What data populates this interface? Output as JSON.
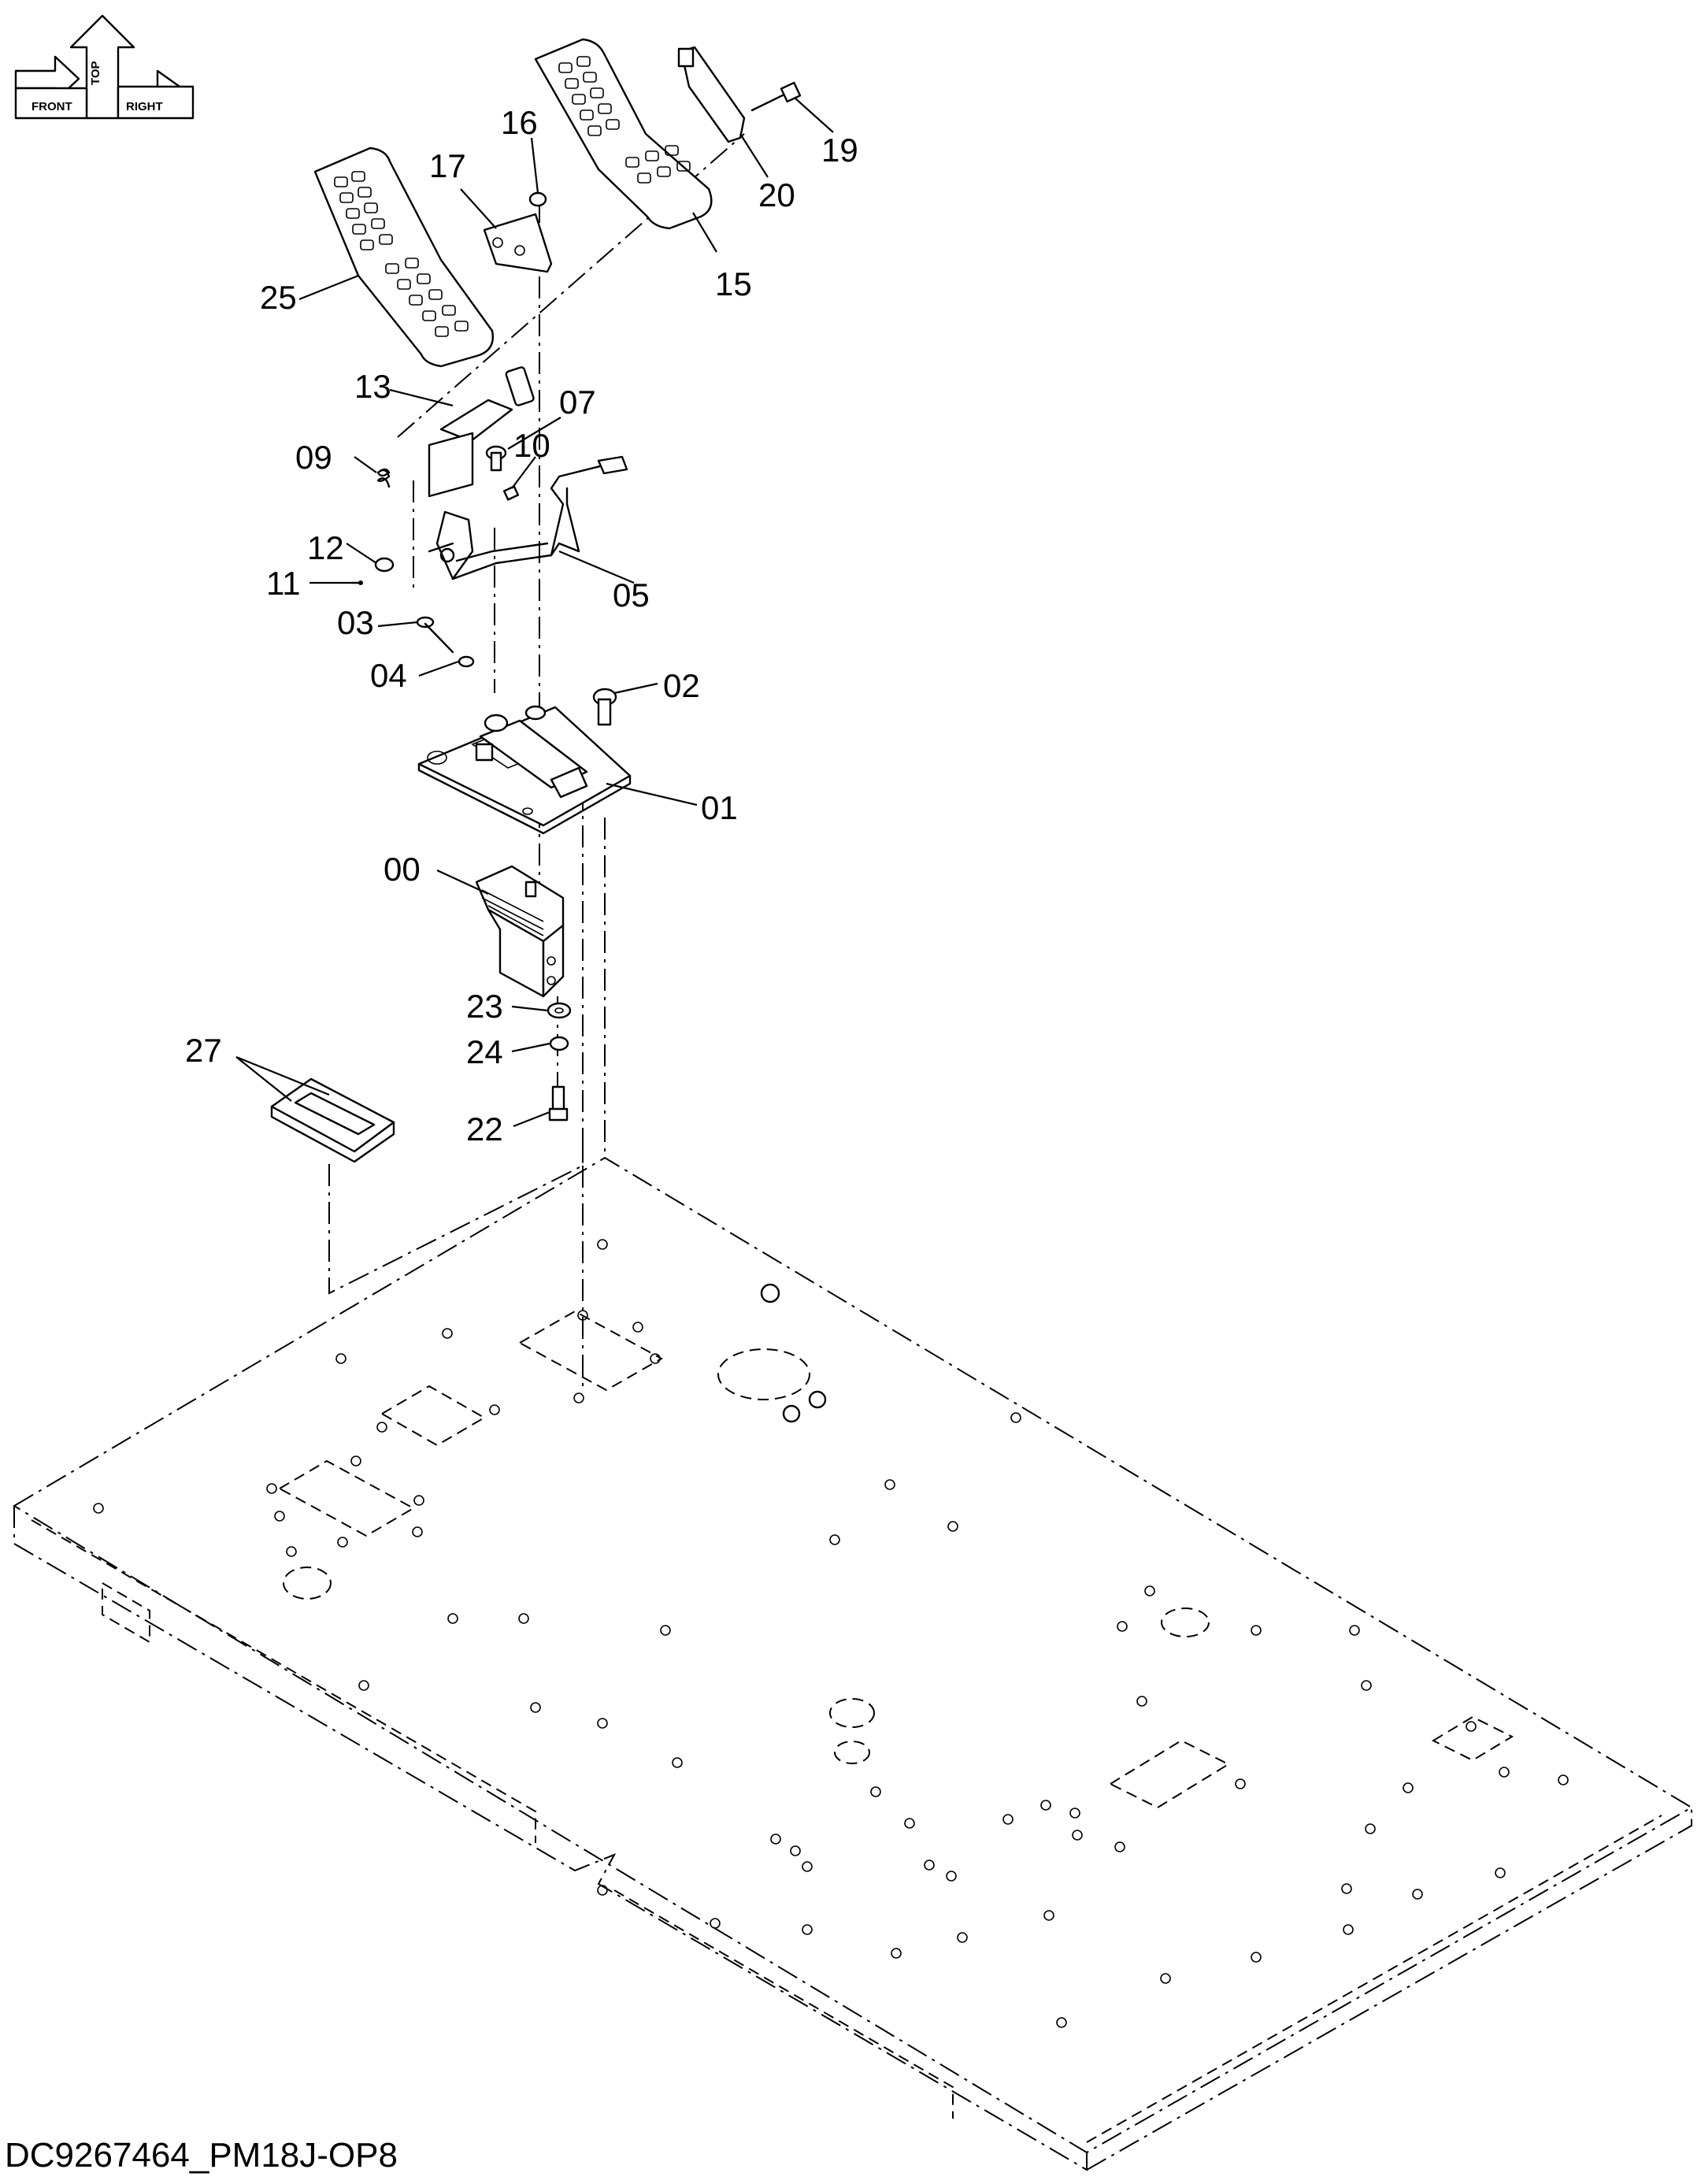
{
  "drawing_code": "DC9267464_PM18J-OP8",
  "orientation": {
    "front": "FRONT",
    "top": "TOP",
    "right": "RIGHT"
  },
  "callouts": [
    {
      "id": "c00",
      "text": "00"
    },
    {
      "id": "c01",
      "text": "01"
    },
    {
      "id": "c02",
      "text": "02"
    },
    {
      "id": "c03",
      "text": "03"
    },
    {
      "id": "c04",
      "text": "04"
    },
    {
      "id": "c05",
      "text": "05"
    },
    {
      "id": "c07",
      "text": "07"
    },
    {
      "id": "c09",
      "text": "09"
    },
    {
      "id": "c10",
      "text": "10"
    },
    {
      "id": "c11",
      "text": "11"
    },
    {
      "id": "c12",
      "text": "12"
    },
    {
      "id": "c13",
      "text": "13"
    },
    {
      "id": "c15",
      "text": "15"
    },
    {
      "id": "c16",
      "text": "16"
    },
    {
      "id": "c17",
      "text": "17"
    },
    {
      "id": "c19",
      "text": "19"
    },
    {
      "id": "c20",
      "text": "20"
    },
    {
      "id": "c22",
      "text": "22"
    },
    {
      "id": "c23",
      "text": "23"
    },
    {
      "id": "c24",
      "text": "24"
    },
    {
      "id": "c25",
      "text": "25"
    },
    {
      "id": "c27",
      "text": "27"
    }
  ]
}
